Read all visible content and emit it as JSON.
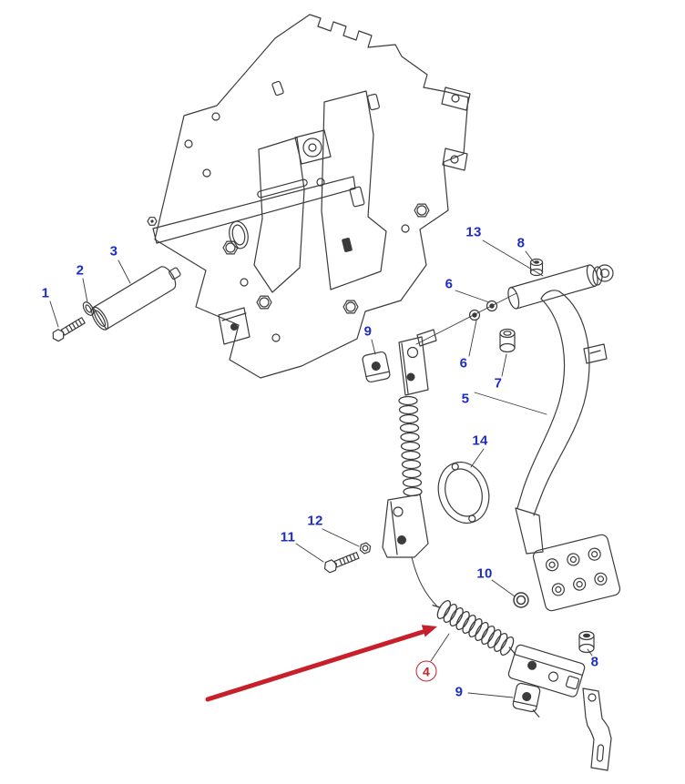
{
  "figure": {
    "type": "exploded-parts-diagram",
    "colors": {
      "label_blue": "#1d2bc9",
      "highlight_red": "#c8202a",
      "line": "#3b3b3b",
      "background": "#ffffff"
    },
    "labels": [
      {
        "text": "1"
      },
      {
        "text": "2"
      },
      {
        "text": "3"
      },
      {
        "text": "4",
        "circled": true
      },
      {
        "text": "5"
      },
      {
        "text": "6"
      },
      {
        "text": "6"
      },
      {
        "text": "7"
      },
      {
        "text": "8"
      },
      {
        "text": "8"
      },
      {
        "text": "9"
      },
      {
        "text": "9"
      },
      {
        "text": "10"
      },
      {
        "text": "11"
      },
      {
        "text": "12"
      },
      {
        "text": "13"
      },
      {
        "text": "14"
      }
    ],
    "arrow": {
      "color": "#c8202a",
      "points_to_label": "4"
    }
  }
}
